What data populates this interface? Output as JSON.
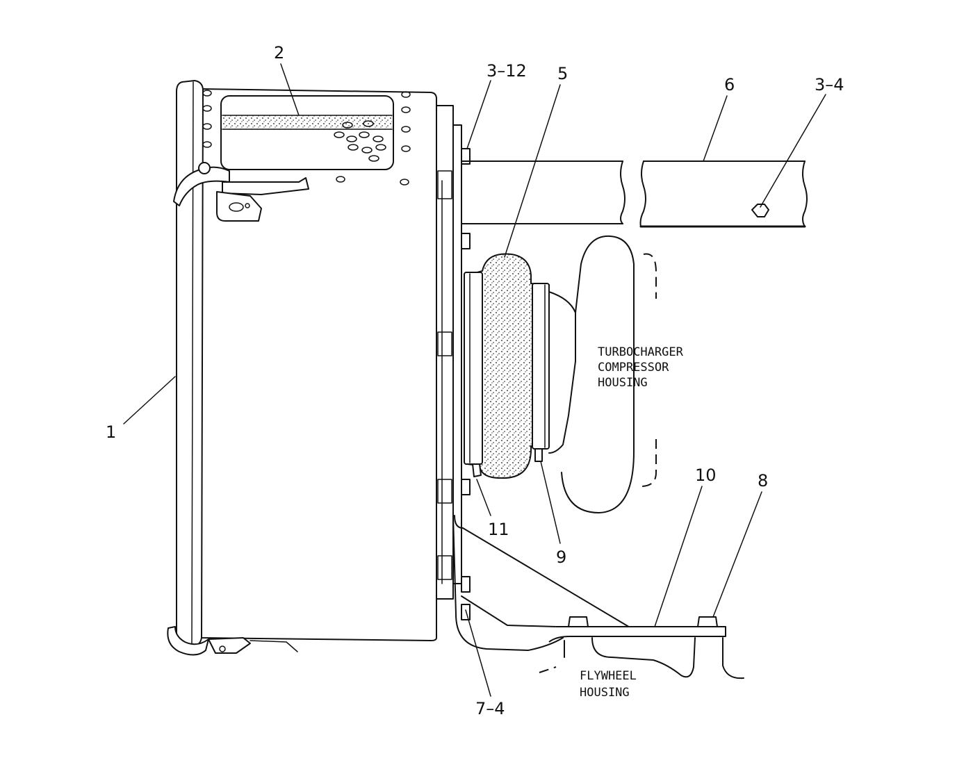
{
  "callouts": {
    "c1": "1",
    "c2": "2",
    "c3_12": "3–12",
    "c5": "5",
    "c6": "6",
    "c3_4": "3–4",
    "c11": "11",
    "c9": "9",
    "c10": "10",
    "c8": "8",
    "c7_4": "7–4"
  },
  "notes": {
    "turbo": {
      "line1": "TURBOCHARGER",
      "line2": "COMPRESSOR",
      "line3": "HOUSING"
    },
    "flywheel": {
      "line1": "FLYWHEEL",
      "line2": "HOUSING"
    }
  }
}
